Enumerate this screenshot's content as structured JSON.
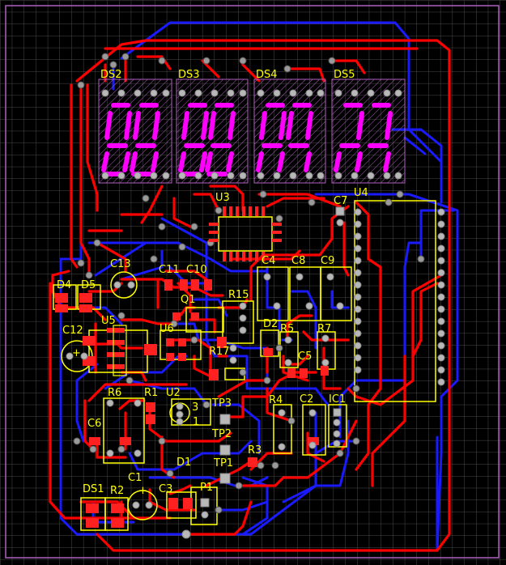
{
  "colors": {
    "background": "#000000",
    "grid": "#4a4a4a",
    "board_outline": "#b060c0",
    "top_copper": "#ff0000",
    "bottom_copper": "#1a1aff",
    "silkscreen": "#ffff00",
    "pad": "#b8b8b8",
    "via": "#9a9a9a",
    "display_segments": "#ff00ff"
  },
  "labels": {
    "ds2": "DS2",
    "ds3": "DS3",
    "ds4": "DS4",
    "ds5": "DS5",
    "u3": "U3",
    "u4": "U4",
    "c7": "C7",
    "c4": "C4",
    "c8": "C8",
    "c9": "C9",
    "c13": "C13",
    "c11": "C11",
    "c10": "C10",
    "d4": "D4",
    "d5": "D5",
    "q1": "Q1",
    "r15": "R15",
    "u5": "U5",
    "c12": "C12",
    "u6": "U6",
    "r17": "R17",
    "d2": "D2",
    "r5": "R5",
    "r7": "R7",
    "c5": "C5",
    "r6": "R6",
    "r1": "R1",
    "u2": "U2",
    "tp3": "TP3",
    "tp2": "TP2",
    "tp1": "TP1",
    "r4": "R4",
    "c2": "C2",
    "ic1": "IC1",
    "c6": "C6",
    "r3": "R3",
    "d1": "D1",
    "c1": "C1",
    "c3": "C3",
    "ds1": "DS1",
    "r2": "R2",
    "p1": "P1",
    "u2_pin3": "3",
    "u2_pin1": "1",
    "c1_plus": "+",
    "c12_plus": "+"
  }
}
